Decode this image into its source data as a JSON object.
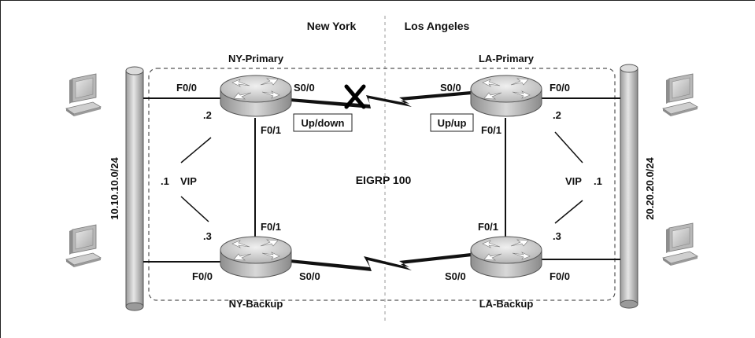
{
  "regions": {
    "left": "New York",
    "right": "Los Angeles"
  },
  "protocol": "EIGRP 100",
  "networks": {
    "left": "10.10.10.0/24",
    "right": "20.20.20.0/24"
  },
  "routers": {
    "ny_primary": "NY-Primary",
    "ny_backup": "NY-Backup",
    "la_primary": "LA-Primary",
    "la_backup": "LA-Backup"
  },
  "interfaces": {
    "ny_primary_lan": "F0/0",
    "ny_primary_wan": "S0/0",
    "ny_primary_cross": "F0/1",
    "ny_backup_lan": "F0/0",
    "ny_backup_wan": "S0/0",
    "ny_backup_cross": "F0/1",
    "la_primary_lan": "F0/0",
    "la_primary_wan": "S0/0",
    "la_primary_cross": "F0/1",
    "la_backup_lan": "F0/0",
    "la_backup_wan": "S0/0",
    "la_backup_cross": "F0/1"
  },
  "hsrp": {
    "left_primary_ip": ".2",
    "left_vip_ip": ".1",
    "left_vip_label": "VIP",
    "left_backup_ip": ".3",
    "right_primary_ip": ".2",
    "right_vip_ip": ".1",
    "right_vip_label": "VIP",
    "right_backup_ip": ".3"
  },
  "status": {
    "ny_link": "Up/down",
    "la_link": "Up/up"
  },
  "colors": {
    "ink": "#111111",
    "router_body": "#c9c9c9",
    "segment": "#bdbdbd",
    "zone_border": "#555555"
  }
}
